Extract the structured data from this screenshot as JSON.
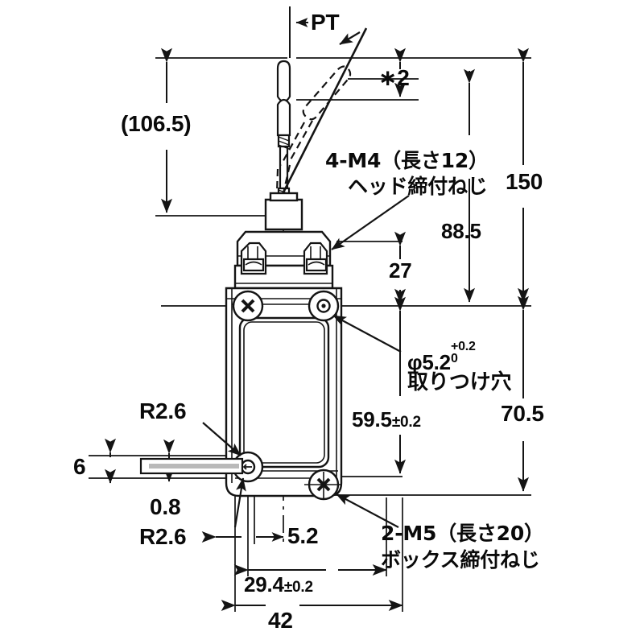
{
  "drawing": {
    "title": "Limit switch dimensional outline drawing",
    "type": "engineering-dimension-drawing",
    "units": "mm",
    "line_color": "#141414",
    "fill_color": "#ffffff",
    "shade_color": "#b9b9b9",
    "background": "#ffffff"
  },
  "labels": {
    "pt": "PT",
    "star2": "∗2",
    "height_overall": "150",
    "height_bracket": "(106.5)",
    "height_885": "88.5",
    "height_705": "70.5",
    "height_27": "27",
    "dim_6": "6",
    "dim_08": "0.8",
    "dim_52": "5.2",
    "radius_top": "R2.6",
    "radius_bottom": "R2.6",
    "width_42": "42",
    "mount_hole_value": "φ5.2",
    "mount_hole_tol_upper": "+0.2",
    "mount_hole_tol_lower": "0",
    "mount_hole_text": "取りつけ穴",
    "head_screw_line1": "4-M4（長さ12）",
    "head_screw_line2": "ヘッド締付ねじ",
    "box_screw_line1": "2-M5（長さ20）",
    "box_screw_line2": "ボックス締付ねじ",
    "pitch_595_value": "59.5",
    "pitch_595_tol": "±0.2",
    "pitch_294_value": "29.4",
    "pitch_294_tol": "±0.2"
  }
}
